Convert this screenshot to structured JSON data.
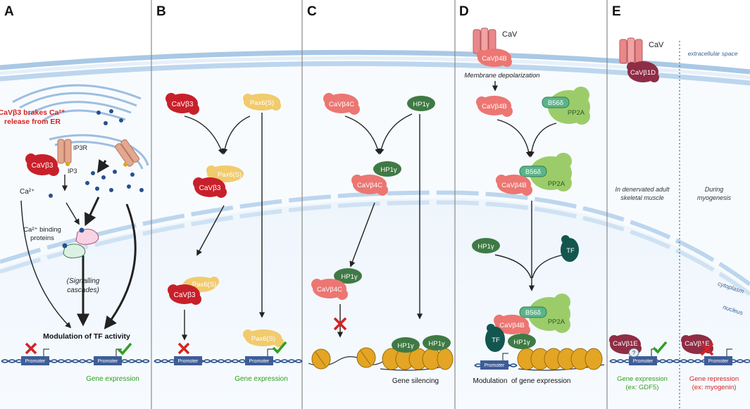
{
  "panels": {
    "A": {
      "letter": "A",
      "brakes_line1": "CaVβ3 brakes Ca²⁺",
      "brakes_line2": "release from ER",
      "cavb3": "CaVβ3",
      "ip3r": "IP3R",
      "ip3": "IP3",
      "ca": "Ca²⁺",
      "binding_line1": "Ca²⁺ binding",
      "binding_line2": "proteins",
      "signal_line1": "(Signalling",
      "signal_line2": "cascades)",
      "modulation": "Modulation of TF activity",
      "promoter": "Promoter",
      "gene_expression": "Gene expression"
    },
    "B": {
      "letter": "B",
      "cavb3": "CaVβ3",
      "pax6": "Pax6(S)",
      "promoter": "Promoter",
      "gene_expression": "Gene expression"
    },
    "C": {
      "letter": "C",
      "cavb4c": "CaVβ4C",
      "hp1": "HP1γ",
      "gene_silencing": "Gene silencing"
    },
    "D": {
      "letter": "D",
      "cav": "CaV",
      "cavb4b": "CaVβ4B",
      "depolarization": "Membrane depolarization",
      "b56": "B56δ",
      "pp2a": "PP2A",
      "hp1": "HP1γ",
      "tf": "TF",
      "promoter": "Promoter",
      "modulation": "Modulation  of gene expression"
    },
    "E": {
      "letter": "E",
      "cav": "CaV",
      "cavb1d": "CaVβ1D",
      "extracellular": "extracellular space",
      "cytoplasm": "cytoplasm",
      "nucleus": "nucleus",
      "denervated_line1": "In denervated adult",
      "denervated_line2": "skeletal muscle",
      "myogenesis_line1": "During",
      "myogenesis_line2": "myogenesis",
      "cavb1e": "CaVβ1E",
      "question": "?",
      "promoter": "Promoter",
      "gene_expr_line1": "Gene expression",
      "gene_expr_line2": "(ex: GDF5)",
      "gene_rep_line1": "Gene repression",
      "gene_rep_line2": "(ex: myogenin)"
    }
  },
  "colors": {
    "cavb3_red": "#c8202a",
    "cavb4_pink": "#ec7672",
    "cavb1_maroon": "#8f2d45",
    "pax6_yellow": "#f1cb6c",
    "hp1_green": "#3f7a45",
    "pp2a_green": "#9ccc6a",
    "b56_green": "#4ba27a",
    "tf_teal": "#13564f",
    "promoter_blue": "#3e5d98",
    "membrane_blue": "#a9c8e6",
    "gene_expression_green": "#2f9e1f",
    "gene_repression_red": "#d42424",
    "text_red": "#d42424"
  }
}
